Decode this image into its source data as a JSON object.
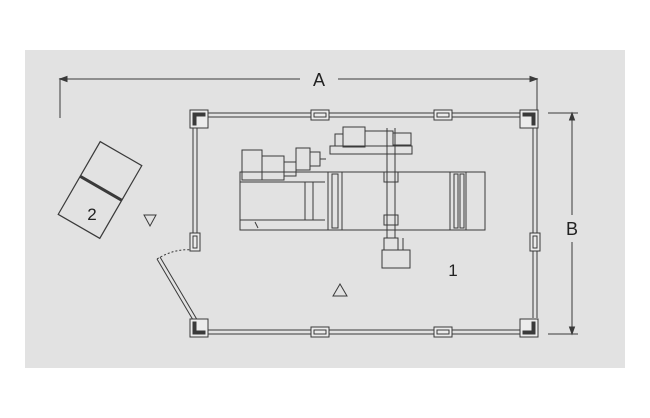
{
  "labels": {
    "dimension_a": "A",
    "dimension_b": "B",
    "area_1": "1",
    "area_2": "2"
  },
  "colors": {
    "background_panel": "#e2e2e2",
    "line": "#3a3a3a",
    "fill_light": "#ececec"
  }
}
